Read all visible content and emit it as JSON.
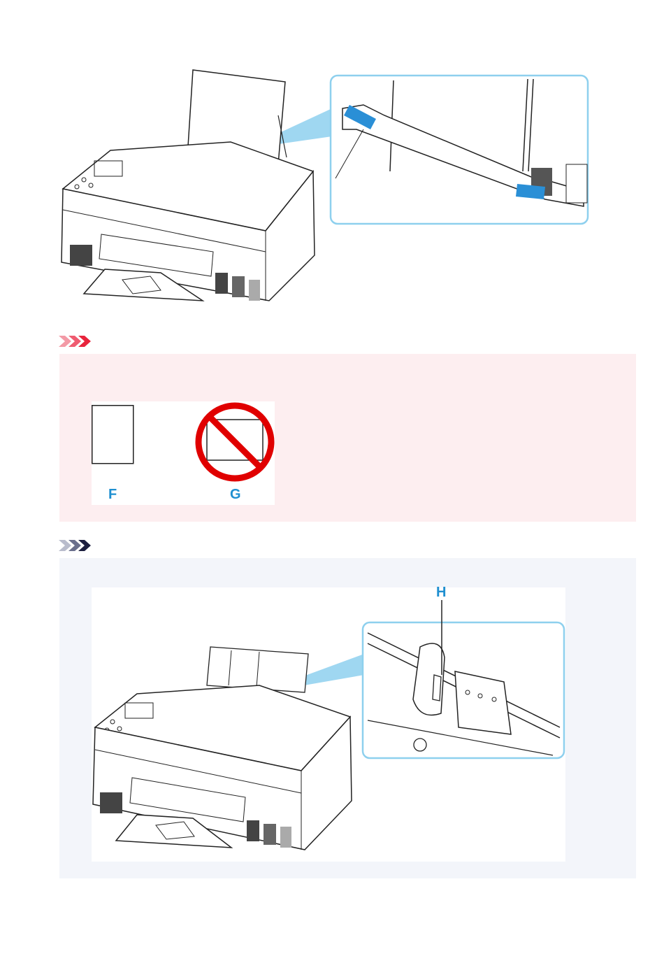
{
  "figure_main": {
    "icon": "printer-illustration"
  },
  "important": {
    "icon": "important-chevrons-icon",
    "color": "#e8243c",
    "labels": {
      "portrait": "F",
      "landscape": "G"
    }
  },
  "note": {
    "icon": "note-chevrons-icon",
    "color": "#1c1f3f",
    "callout_label": "H"
  }
}
